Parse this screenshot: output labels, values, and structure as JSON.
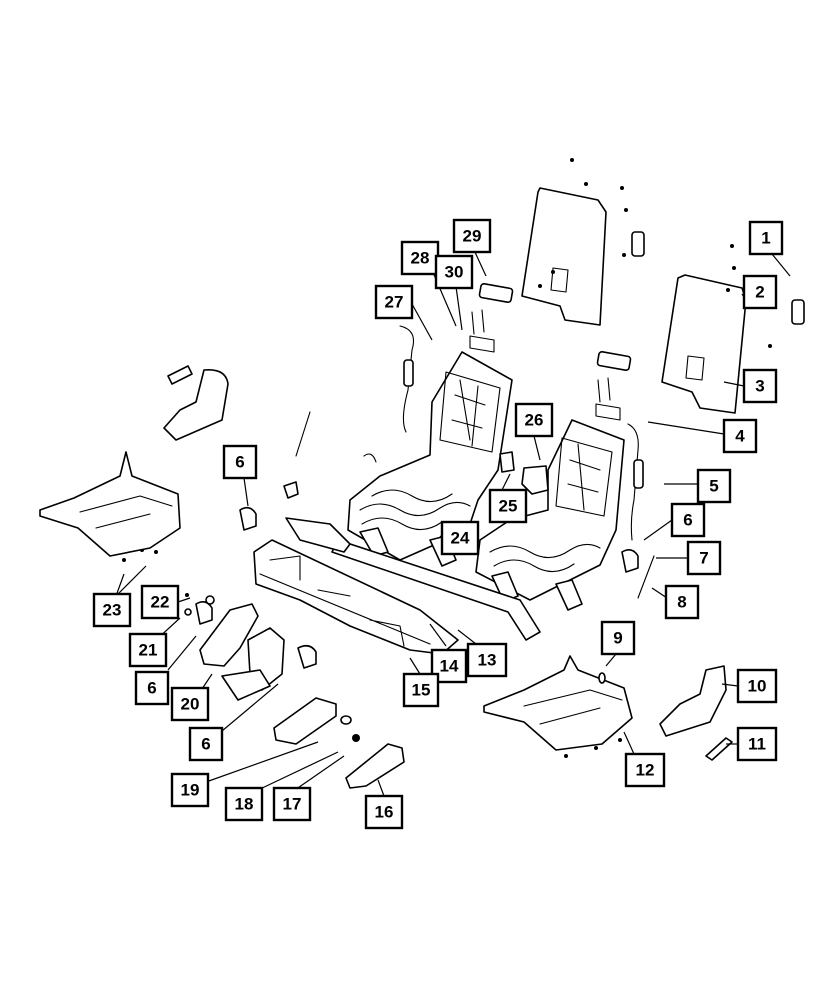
{
  "callouts": [
    {
      "id": "1",
      "label": "1"
    },
    {
      "id": "2",
      "label": "2"
    },
    {
      "id": "3",
      "label": "3"
    },
    {
      "id": "4",
      "label": "4"
    },
    {
      "id": "5",
      "label": "5"
    },
    {
      "id": "6a",
      "label": "6"
    },
    {
      "id": "6b",
      "label": "6"
    },
    {
      "id": "6c",
      "label": "6"
    },
    {
      "id": "6d",
      "label": "6"
    },
    {
      "id": "7",
      "label": "7"
    },
    {
      "id": "8",
      "label": "8"
    },
    {
      "id": "9",
      "label": "9"
    },
    {
      "id": "10",
      "label": "10"
    },
    {
      "id": "11",
      "label": "11"
    },
    {
      "id": "12",
      "label": "12"
    },
    {
      "id": "13",
      "label": "13"
    },
    {
      "id": "14",
      "label": "14"
    },
    {
      "id": "15",
      "label": "15"
    },
    {
      "id": "16",
      "label": "16"
    },
    {
      "id": "17",
      "label": "17"
    },
    {
      "id": "18",
      "label": "18"
    },
    {
      "id": "19",
      "label": "19"
    },
    {
      "id": "20",
      "label": "20"
    },
    {
      "id": "21",
      "label": "21"
    },
    {
      "id": "22",
      "label": "22"
    },
    {
      "id": "23",
      "label": "23"
    },
    {
      "id": "24",
      "label": "24"
    },
    {
      "id": "25",
      "label": "25"
    },
    {
      "id": "26",
      "label": "26"
    },
    {
      "id": "27",
      "label": "27"
    },
    {
      "id": "28",
      "label": "28"
    },
    {
      "id": "29",
      "label": "29"
    },
    {
      "id": "30",
      "label": "30"
    }
  ],
  "colors": {
    "line": "#000000",
    "background": "#ffffff"
  }
}
